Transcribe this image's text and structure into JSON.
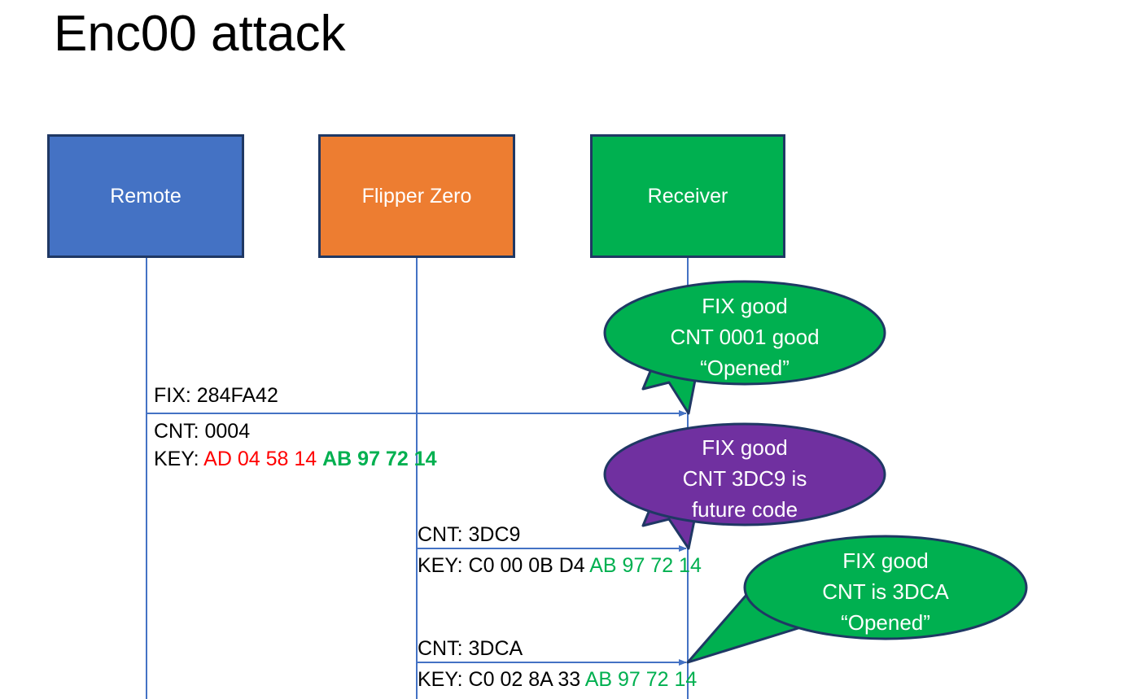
{
  "slide": {
    "title": "Enc00 attack",
    "background": "#FFFFFF"
  },
  "colors": {
    "remote": "#4472C4",
    "flipper": "#ED7D31",
    "receiver": "#00B050",
    "callout_good": "#00B050",
    "callout_future": "#7030A0",
    "outline": "#1F3864",
    "lifeline": "#4472C4",
    "hex_red": "#FF0000",
    "hex_green": "#00B050",
    "text": "#000000",
    "callout_text": "#FFFFFF"
  },
  "actors": [
    {
      "id": "remote",
      "label": "Remote",
      "color": "#4472C4"
    },
    {
      "id": "flipper",
      "label": "Flipper Zero",
      "color": "#ED7D31"
    },
    {
      "id": "receiver",
      "label": "Receiver",
      "color": "#00B050"
    }
  ],
  "messages": [
    {
      "id": "msg-1",
      "from": "remote",
      "to": "receiver",
      "label_above": "FIX: 284FA42",
      "label_below_line1": "CNT: 0004",
      "label_below_line2_prefix": "KEY: ",
      "label_below_line2_red": "AD 04 58 14",
      "label_below_line2_green": "AB 97 72 14"
    },
    {
      "id": "msg-2",
      "from": "flipper",
      "to": "receiver",
      "label_above": "CNT: 3DC9",
      "label_below_prefix": "KEY: C0 00 0B D4 ",
      "label_below_green": "AB 97 72 14"
    },
    {
      "id": "msg-3",
      "from": "flipper",
      "to": "receiver",
      "label_above": "CNT: 3DCA",
      "label_below_prefix": "KEY: C0 02 8A 33 ",
      "label_below_green": "AB 97 72 14"
    }
  ],
  "callouts": [
    {
      "id": "callout-1",
      "color": "#00B050",
      "lines": [
        "FIX good",
        "CNT 0001 good",
        "“Opened”"
      ]
    },
    {
      "id": "callout-2",
      "color": "#7030A0",
      "lines": [
        "FIX good",
        "CNT 3DC9 is",
        "future code"
      ]
    },
    {
      "id": "callout-3",
      "color": "#00B050",
      "lines": [
        "FIX good",
        "CNT is 3DCA",
        "“Opened”"
      ]
    }
  ]
}
